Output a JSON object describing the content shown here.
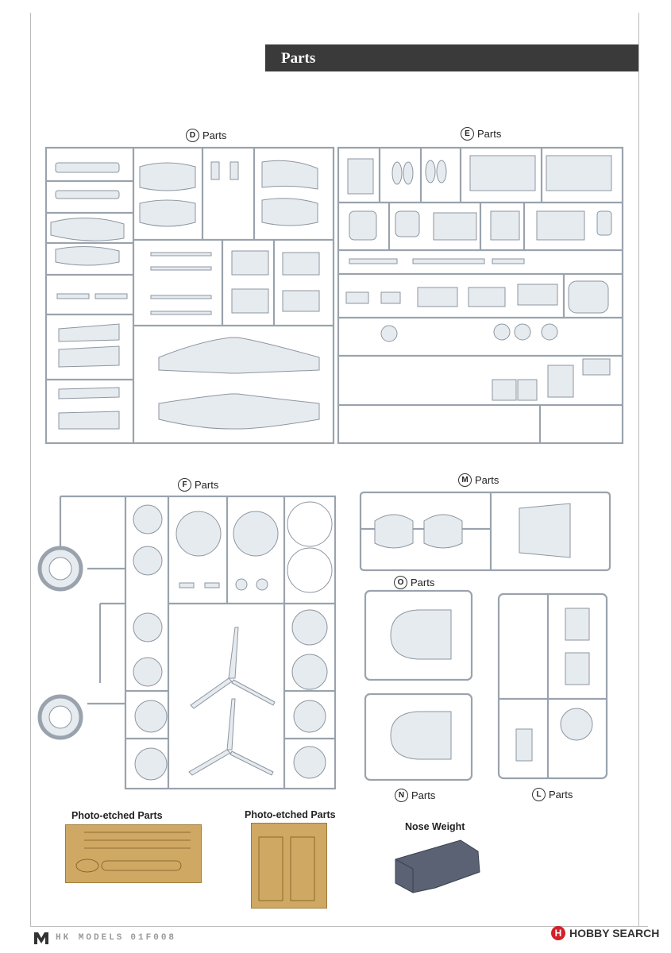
{
  "header": {
    "title": "Parts"
  },
  "sections": {
    "D": {
      "letter": "D",
      "label": "Parts"
    },
    "E": {
      "letter": "E",
      "label": "Parts"
    },
    "F": {
      "letter": "F",
      "label": "Parts"
    },
    "M": {
      "letter": "M",
      "label": "Parts"
    },
    "O": {
      "letter": "O",
      "label": "Parts"
    },
    "N": {
      "letter": "N",
      "label": "Parts"
    },
    "L": {
      "letter": "L",
      "label": "Parts"
    }
  },
  "photo_etched": [
    {
      "title": "Photo-etched Parts"
    },
    {
      "title": "Photo-etched Parts"
    }
  ],
  "nose_weight": {
    "title": "Nose Weight"
  },
  "footer": {
    "brand": "HK MODELS",
    "code": "01F008",
    "watermark": "HOBBY SEARCH"
  },
  "colors": {
    "header_bg": "#3a3a3a",
    "sprue": "#9aa3ad",
    "part_fill": "#e6ebf0",
    "pe_gold": "#cfa864",
    "weight": "#5a6273",
    "hobby_red": "#d4202a"
  }
}
